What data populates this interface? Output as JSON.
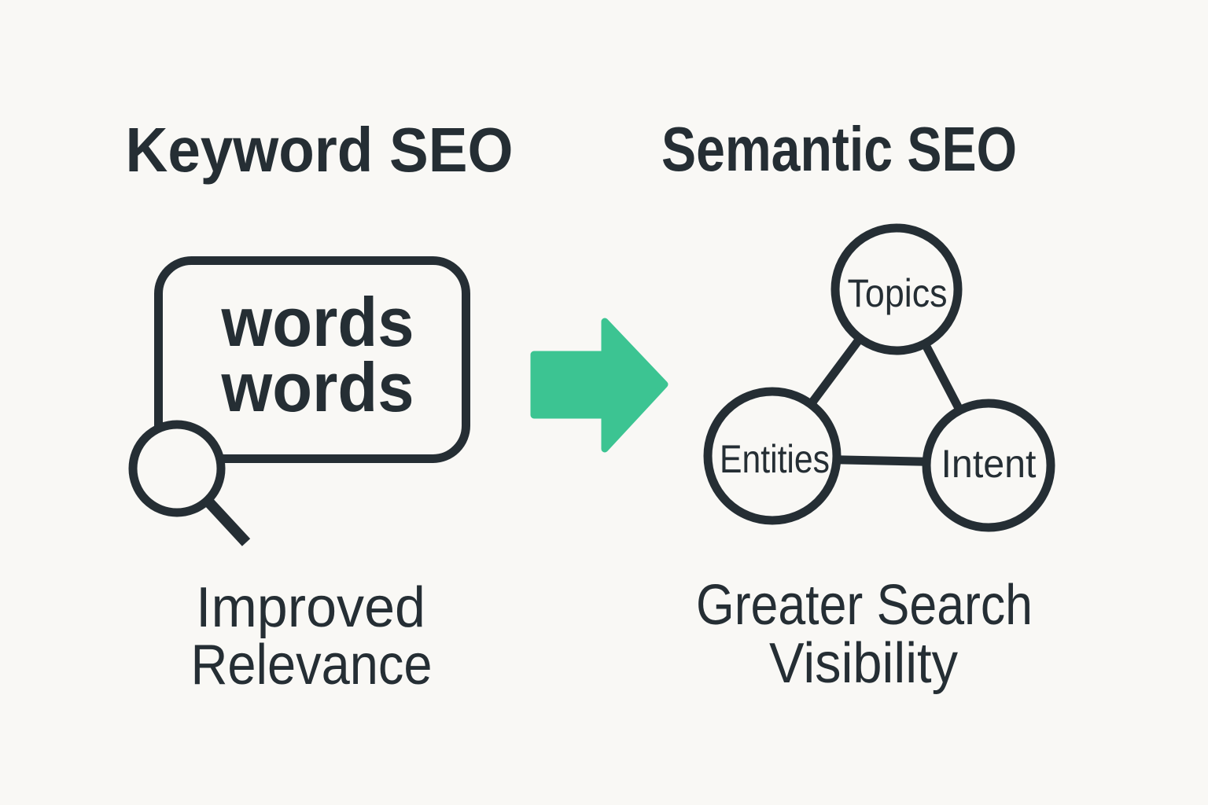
{
  "canvas": {
    "background_color": "#f9f8f5",
    "ink_color": "#252e34",
    "accent_color": "#3cc492"
  },
  "left_panel": {
    "title": "Keyword SEO",
    "box_words": [
      "words",
      "words"
    ],
    "icon": "magnifying-glass",
    "caption_lines": [
      "Improved",
      "Relevance"
    ]
  },
  "arrow": {
    "direction": "right",
    "color": "#3cc492"
  },
  "right_panel": {
    "title": "Semantic SEO",
    "nodes": [
      {
        "label": "Topics"
      },
      {
        "label": "Entities"
      },
      {
        "label": "Intent"
      }
    ],
    "edges": [
      [
        "Topics",
        "Entities"
      ],
      [
        "Topics",
        "Intent"
      ],
      [
        "Entities",
        "Intent"
      ]
    ],
    "caption_lines": [
      "Greater Search",
      "Visibility"
    ]
  }
}
